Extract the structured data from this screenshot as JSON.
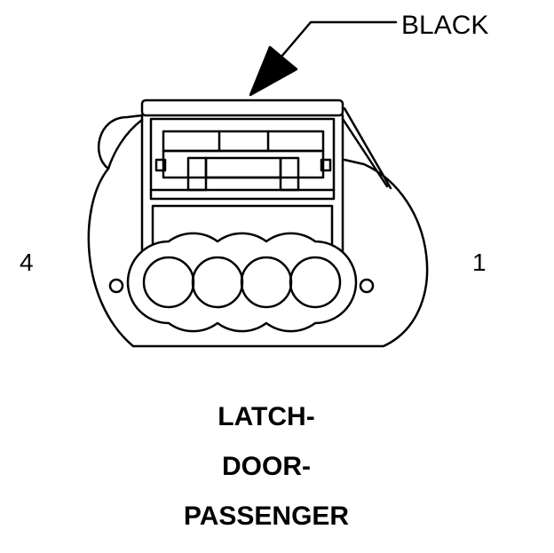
{
  "connector": {
    "color_label": "BLACK",
    "pin_left": "4",
    "pin_right": "1",
    "title_lines": [
      "LATCH-",
      "DOOR-",
      "PASSENGER"
    ]
  },
  "colors": {
    "line": "#000000",
    "background": "#ffffff"
  }
}
